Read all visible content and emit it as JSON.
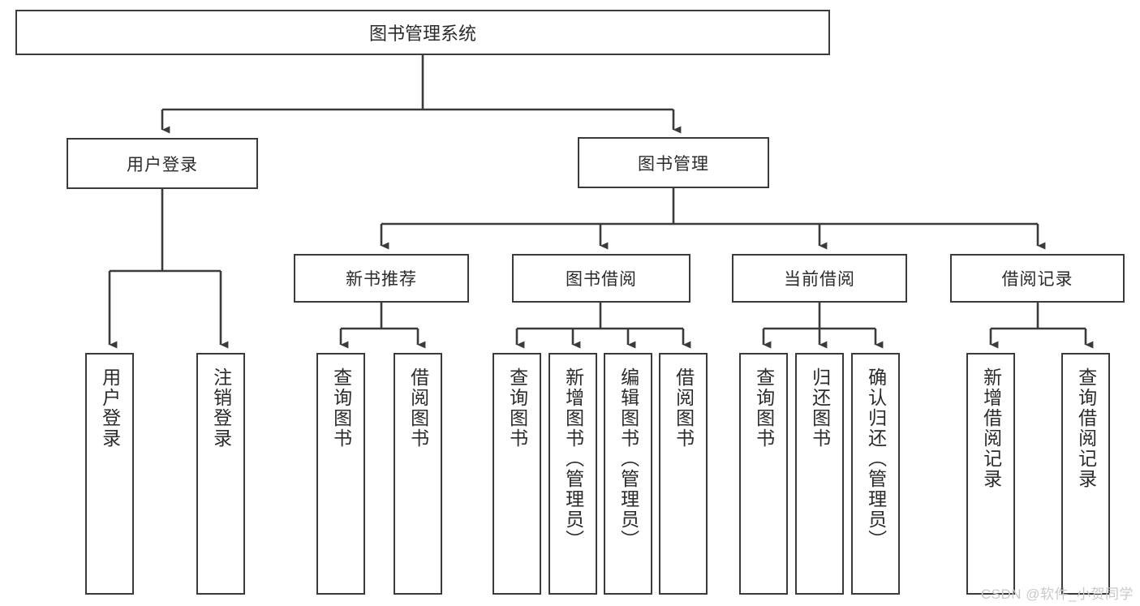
{
  "diagram": {
    "title": "图书管理系统",
    "root": {
      "label": "图书管理系统"
    },
    "level1": [
      {
        "label": "用户登录"
      },
      {
        "label": "图书管理"
      }
    ],
    "level2": [
      {
        "label": "新书推荐"
      },
      {
        "label": "图书借阅"
      },
      {
        "label": "当前借阅"
      },
      {
        "label": "借阅记录"
      }
    ],
    "leaves": {
      "user_login": [
        {
          "label": "用户登录"
        },
        {
          "label": "注销登录"
        }
      ],
      "new_book": [
        {
          "label": "查询图书"
        },
        {
          "label": "借阅图书"
        }
      ],
      "book_borrow": [
        {
          "label": "查询图书"
        },
        {
          "label": "新增图书（管理员）"
        },
        {
          "label": "编辑图书（管理员）"
        },
        {
          "label": "借阅图书"
        }
      ],
      "current_borrow": [
        {
          "label": "查询图书"
        },
        {
          "label": "归还图书"
        },
        {
          "label": "确认归还（管理员）"
        }
      ],
      "borrow_record": [
        {
          "label": "新增借阅记录"
        },
        {
          "label": "查询借阅记录"
        }
      ]
    }
  },
  "watermark": {
    "text": "CSDN @软件_小贺同学"
  },
  "colors": {
    "border": "#3b3b3b",
    "text": "#2b2b2b",
    "background": "#ffffff",
    "watermark": "#c9c9c9"
  }
}
